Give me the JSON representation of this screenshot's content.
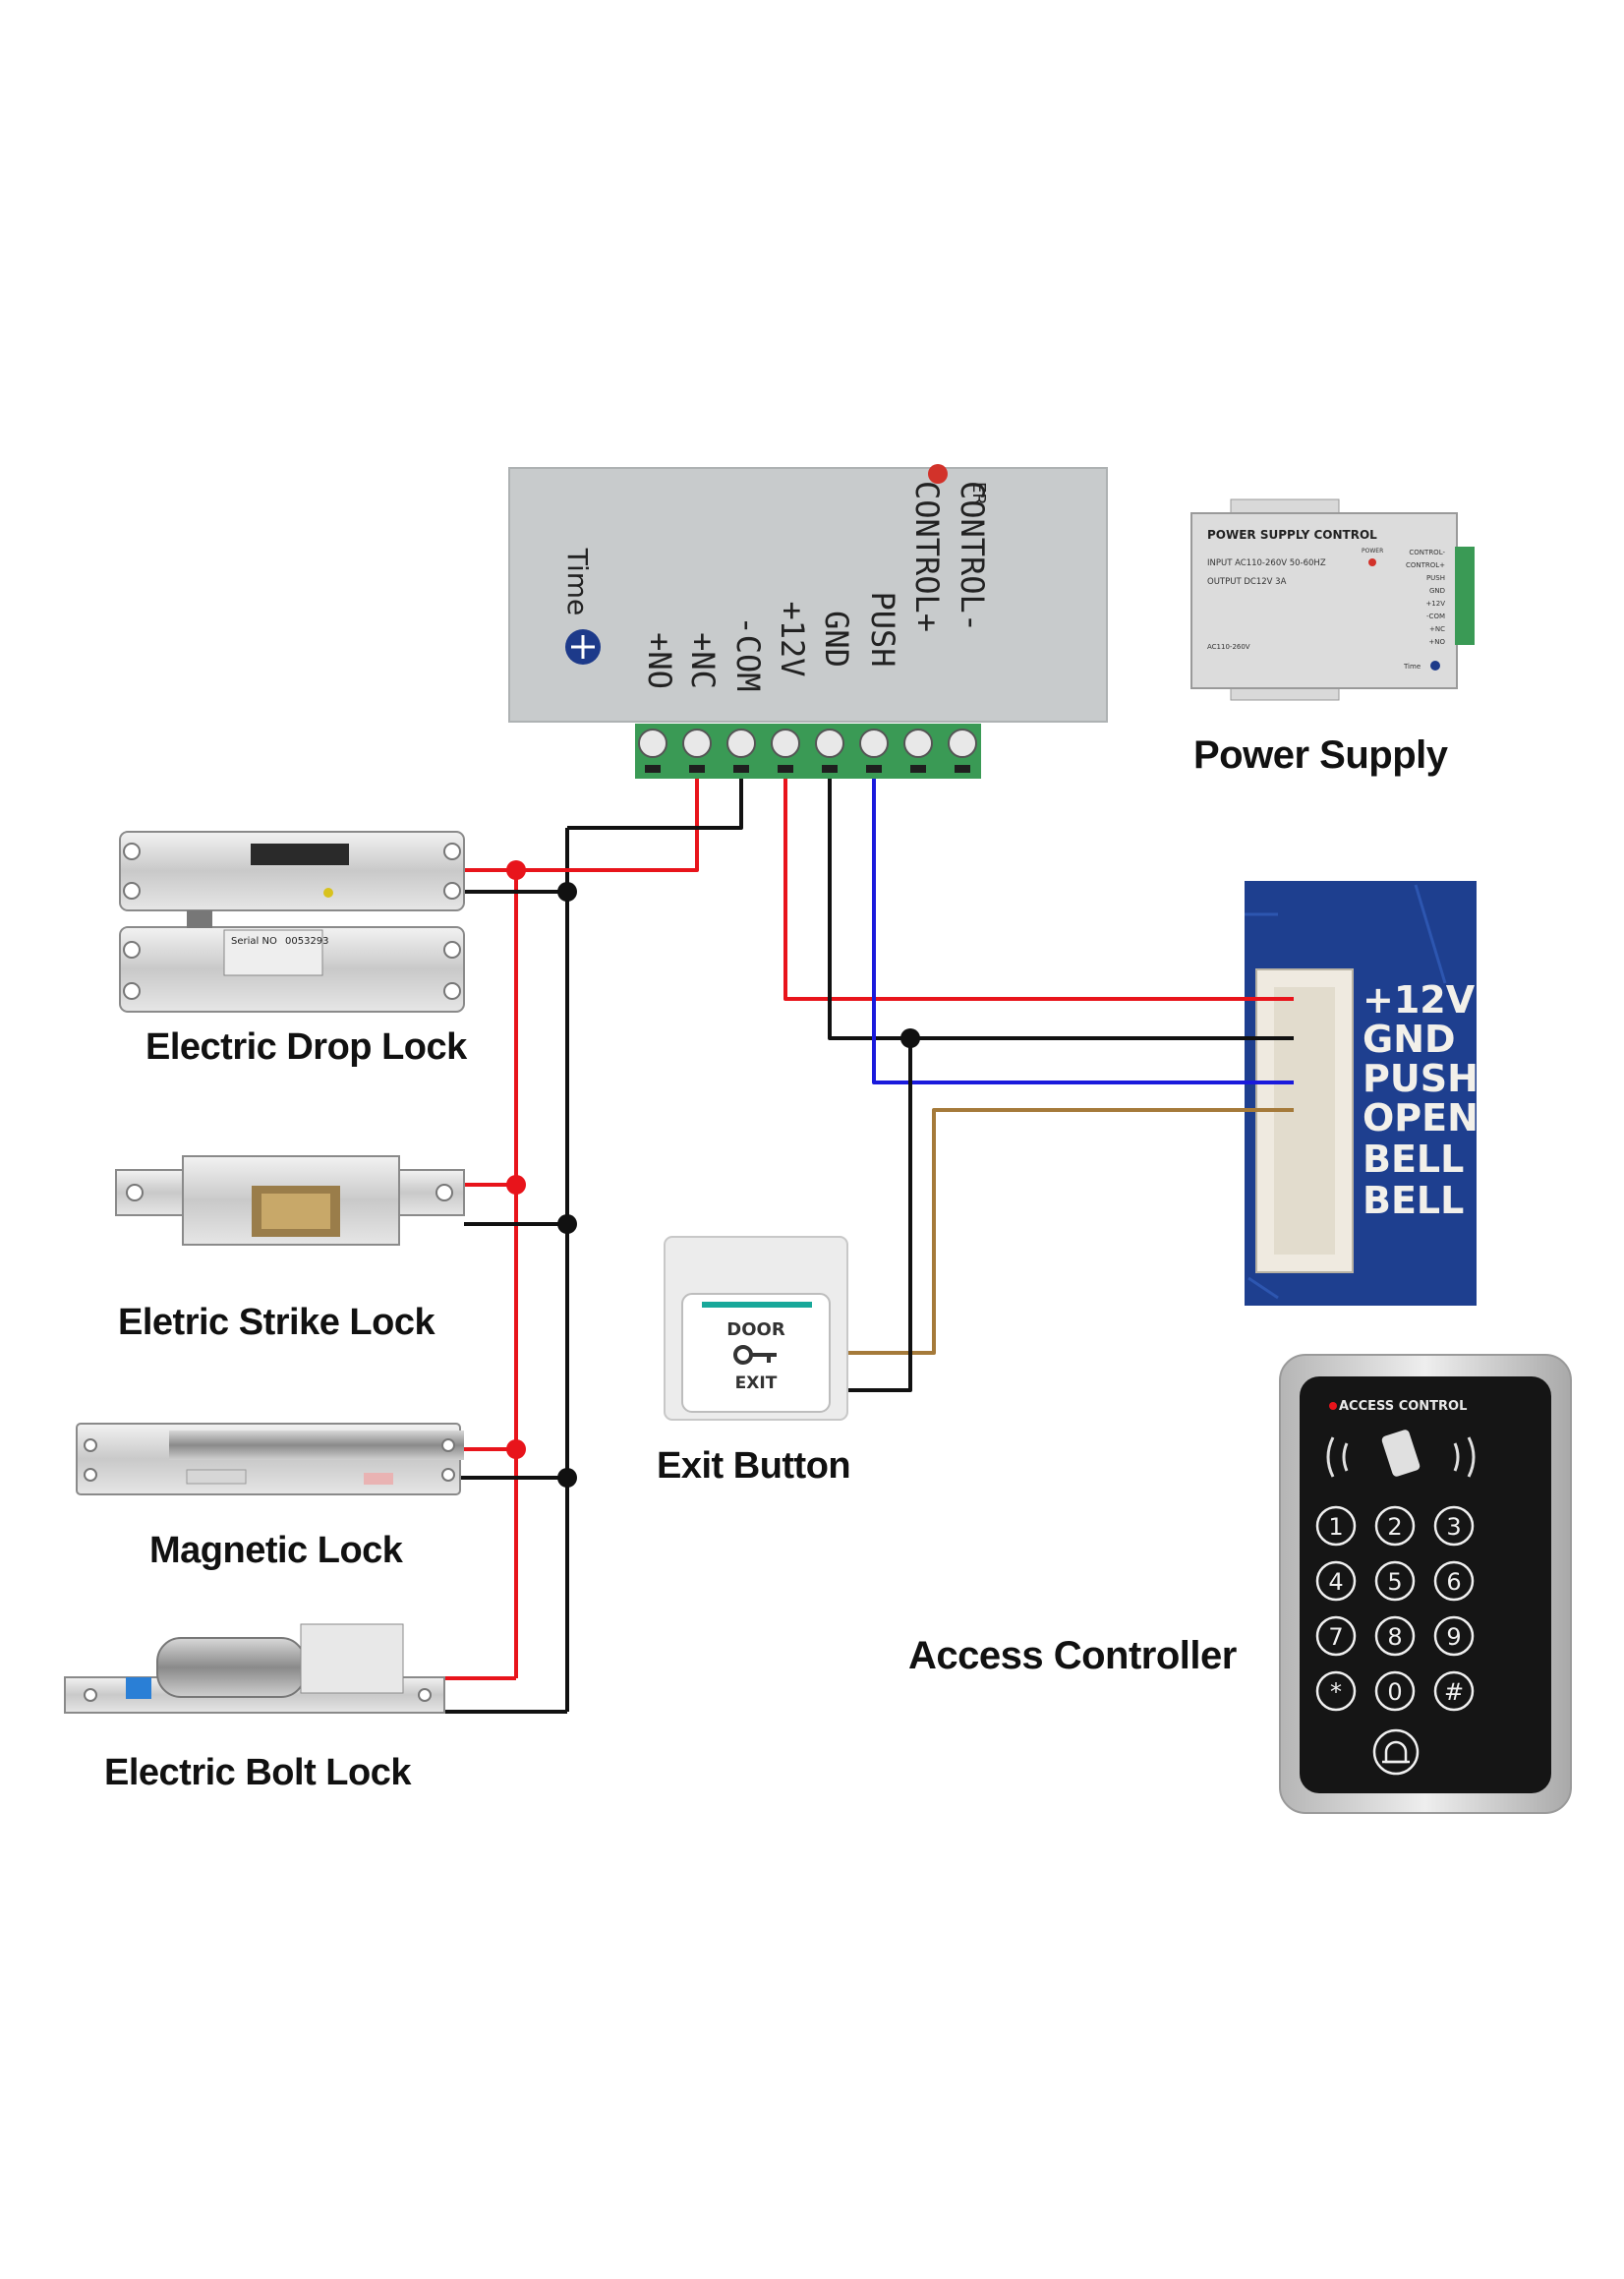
{
  "power_supply_unit": {
    "terminals": [
      "CONTROL-",
      "CONTROL+",
      "PUSH",
      "GND",
      "+12V",
      "-COM",
      "+NC",
      "+NO"
    ],
    "timer_label": "Time",
    "corner_text": "ER"
  },
  "power_supply_photo": {
    "title": "POWER SUPPLY CONTROL",
    "input": "INPUT AC110-260V 50-60HZ",
    "output": "OUTPUT DC12V 3A",
    "power_label": "POWER",
    "voltage_note": "AC110-260V",
    "terminals": [
      "CONTROL-",
      "CONTROL+",
      "PUSH",
      "GND",
      "+12V",
      "-COM",
      "+NC",
      "+NO"
    ],
    "timer_label": "Time",
    "caption": "Power Supply"
  },
  "controller_board": {
    "pins": [
      "+12V",
      "GND",
      "PUSH",
      "OPEN",
      "BELL",
      "BELL"
    ]
  },
  "exit_button": {
    "top_text": "DOOR",
    "bottom_text": "EXIT",
    "caption": "Exit Button"
  },
  "access_controller": {
    "header": "ACCESS CONTROL",
    "keys": [
      "1",
      "2",
      "3",
      "4",
      "5",
      "6",
      "7",
      "8",
      "9",
      "*",
      "0",
      "#"
    ],
    "caption": "Access Controller"
  },
  "locks": [
    {
      "caption": "Electric Drop Lock"
    },
    {
      "caption": "Eletric Strike Lock"
    },
    {
      "caption": "Magnetic Lock"
    },
    {
      "caption": "Electric Bolt Lock"
    }
  ],
  "drop_lock_plate": {
    "serial_label": "Serial NO",
    "serial_number": "0053293"
  },
  "colors": {
    "wire_red": "#e8141b",
    "wire_black": "#111111",
    "wire_blue": "#1a1adc",
    "wire_brown": "#a57a3a",
    "terminal_green": "#3a9a55",
    "board_blue": "#1e3f8f"
  }
}
